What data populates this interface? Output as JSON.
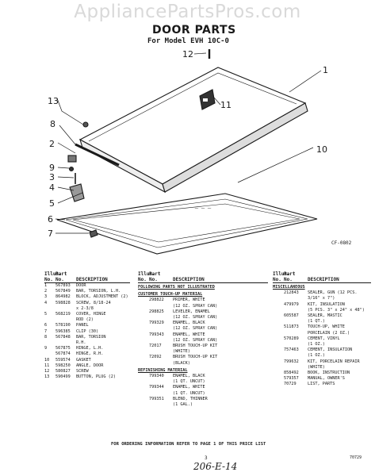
{
  "watermark": "AppliancePartsPros.com",
  "title": "DOOR PARTS",
  "subtitle": "For Model EVH 10C-0",
  "figure_code": "CF-0802",
  "callouts": [
    "1",
    "2",
    "3",
    "4",
    "5",
    "6",
    "7",
    "8",
    "9",
    "10",
    "11",
    "12",
    "13"
  ],
  "column_headers": {
    "illus": "Illus.",
    "no": "No.",
    "part": "Part",
    "part_no": "No.",
    "description": "DESCRIPTION"
  },
  "parts_list": [
    {
      "no": "1",
      "part": "567893",
      "desc": "DOOR"
    },
    {
      "no": "2",
      "part": "567849",
      "desc": "BAR, TORSION, L.H."
    },
    {
      "no": "3",
      "part": "864982",
      "desc": "BLOCK, ADJUSTMENT (2)"
    },
    {
      "no": "4",
      "part": "598828",
      "desc": "SCREW, 8/18-24"
    },
    {
      "no": "",
      "part": "",
      "desc": "x 2-3/8"
    },
    {
      "no": "5",
      "part": "568219",
      "desc": "COVER, HINGE"
    },
    {
      "no": "",
      "part": "",
      "desc": "ROD (2)"
    },
    {
      "no": "6",
      "part": "578190",
      "desc": "PANEL"
    },
    {
      "no": "7",
      "part": "596385",
      "desc": "CLIP (30)"
    },
    {
      "no": "8",
      "part": "567848",
      "desc": "BAR, TORSION"
    },
    {
      "no": "",
      "part": "",
      "desc": "R.H."
    },
    {
      "no": "9",
      "part": "567875",
      "desc": "HINGE, L.H."
    },
    {
      "no": "",
      "part": "567874",
      "desc": "HINGE, R.H."
    },
    {
      "no": "10",
      "part": "559574",
      "desc": "GASKET"
    },
    {
      "no": "11",
      "part": "598250",
      "desc": "ANGLE, DOOR"
    },
    {
      "no": "12",
      "part": "580827",
      "desc": "SCREW"
    },
    {
      "no": "13",
      "part": "590499",
      "desc": "BUTTON, PLUG (2)"
    }
  ],
  "not_illustrated": {
    "heading": "FOLLOWING PARTS NOT ILLUSTRATED",
    "customer_heading": "CUSTOMER TOUCH-UP MATERIAL",
    "customer_items": [
      {
        "part": "298822",
        "desc": "PRIMER, WHITE"
      },
      {
        "part": "",
        "desc": "(12 OZ. SPRAY CAN)"
      },
      {
        "part": "298825",
        "desc": "LEVELER, ENAMEL"
      },
      {
        "part": "",
        "desc": "(12 OZ. SPRAY CAN)"
      },
      {
        "part": "799329",
        "desc": "ENAMEL, BLACK"
      },
      {
        "part": "",
        "desc": "(12 OZ. SPRAY CAN)"
      },
      {
        "part": "799343",
        "desc": "ENAMEL, WHITE"
      },
      {
        "part": "",
        "desc": "(12 OZ. SPRAY CAN)"
      },
      {
        "part": "72017",
        "desc": "BRUSH TOUCH-UP KIT"
      },
      {
        "part": "",
        "desc": "(WHITE)"
      },
      {
        "part": "72092",
        "desc": "BRUSH TOUCH-UP KIT"
      },
      {
        "part": "",
        "desc": "(BLACK)"
      }
    ],
    "refinishing_heading": "REFINISHING MATERIAL",
    "refinishing_items": [
      {
        "part": "799340",
        "desc": "ENAMEL, BLACK"
      },
      {
        "part": "",
        "desc": "(1 QT. UNCUT)"
      },
      {
        "part": "799344",
        "desc": "ENAMEL, WHITE"
      },
      {
        "part": "",
        "desc": "(1 QT. UNCUT)"
      },
      {
        "part": "799351",
        "desc": "BLEND, THINNER"
      },
      {
        "part": "",
        "desc": "(1 GAL.)"
      }
    ]
  },
  "miscellaneous": {
    "heading": "MISCELLANEOUS",
    "items": [
      {
        "part": "212843",
        "desc": "SEALER, GUN (12 PCS."
      },
      {
        "part": "",
        "desc": "3/16\" x 7\")"
      },
      {
        "part": "479979",
        "desc": "KIT, INSULATION"
      },
      {
        "part": "",
        "desc": "(5 PCS. 3\" x 24\" x 48\")"
      },
      {
        "part": "605587",
        "desc": "SEALER, MASTIC"
      },
      {
        "part": "",
        "desc": "(1 QT.)"
      },
      {
        "part": "511873",
        "desc": "TOUCH-UP, WHITE"
      },
      {
        "part": "",
        "desc": "PORCELAIN (2 OZ.)"
      },
      {
        "part": "570289",
        "desc": "CEMENT, VINYL"
      },
      {
        "part": "",
        "desc": "(1 OZ.)"
      },
      {
        "part": "757463",
        "desc": "CEMENT, INSULATION"
      },
      {
        "part": "",
        "desc": "(1 OZ.)"
      },
      {
        "part": "799632",
        "desc": "KIT, PORCELAIN REPAIR"
      },
      {
        "part": "",
        "desc": "(WHITE)"
      },
      {
        "part": "858492",
        "desc": "BOOK, INSTRUCTION"
      },
      {
        "part": "579357",
        "desc": "MANUAL, OWNER'S"
      },
      {
        "part": "70729",
        "desc": "LIST, PARTS"
      }
    ]
  },
  "footer_note": "FOR ORDERING INFORMATION REFER TO PAGE 1 OF THIS PRICE LIST",
  "page_number": "3",
  "doc_code": "70729",
  "handwritten_note": "206-E-14"
}
